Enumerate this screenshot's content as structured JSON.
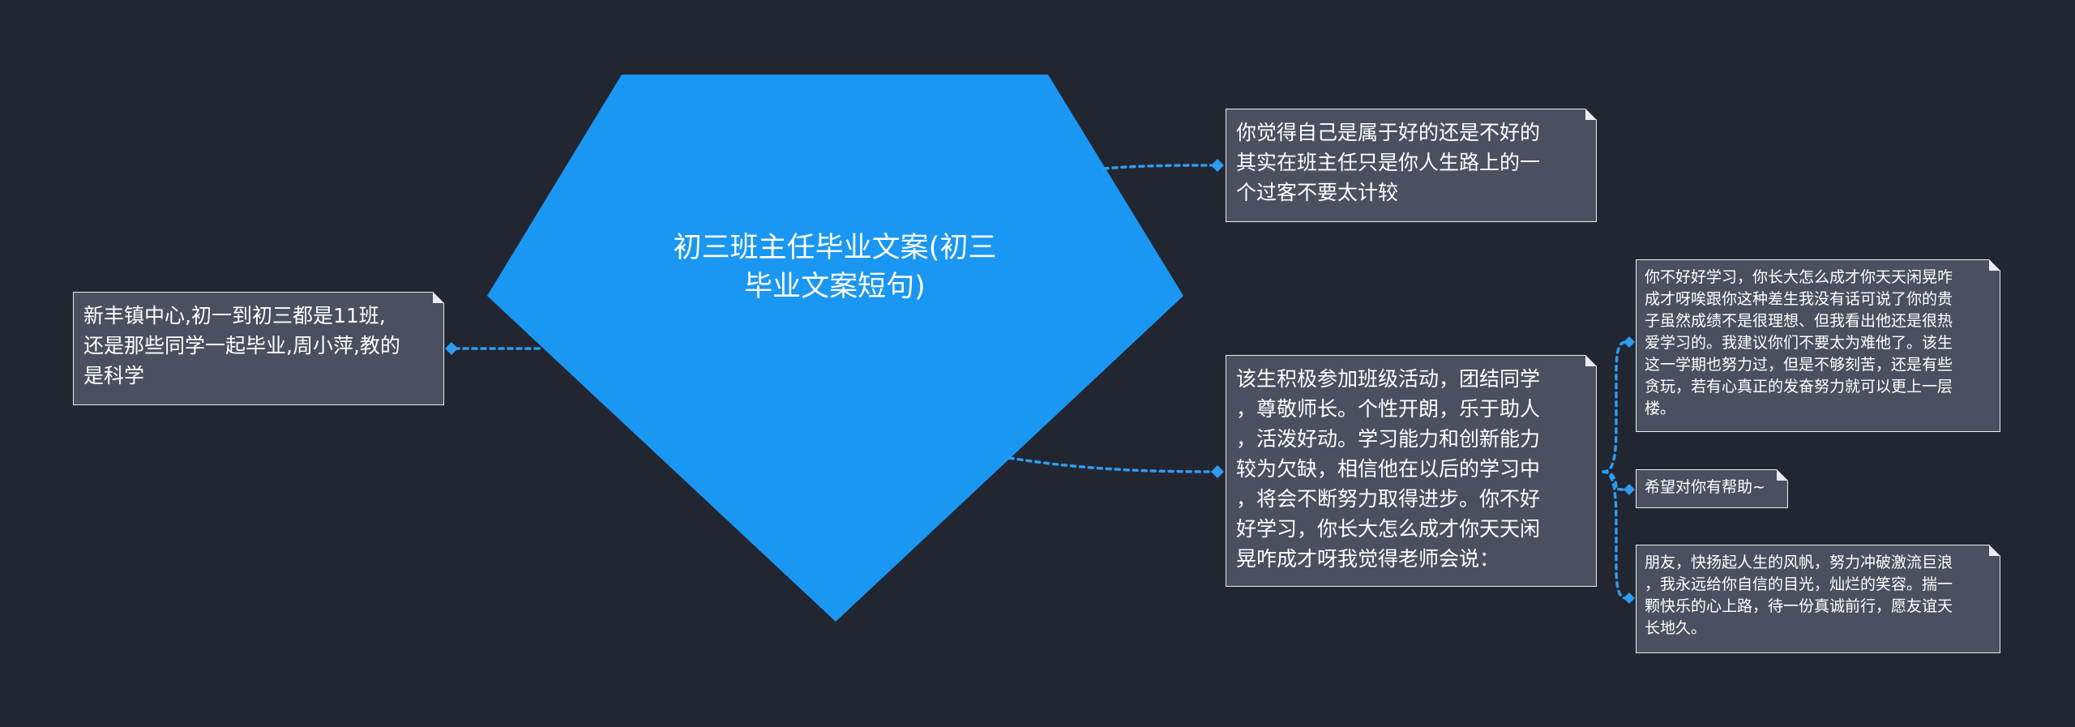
{
  "diagram": {
    "center": {
      "lines": [
        "初三班主任毕业文案(初三",
        "毕业文案短句)"
      ],
      "color": "#1a97f2"
    },
    "left_node": {
      "lines": [
        "新丰镇中心,初一到初三都是11班,",
        "还是那些同学一起毕业,周小萍,教的",
        "是科学"
      ]
    },
    "right_top_node": {
      "lines": [
        "你觉得自己是属于好的还是不好的",
        "其实在班主任只是你人生路上的一",
        "个过客不要太计较"
      ]
    },
    "right_mid_node": {
      "lines": [
        "该生积极参加班级活动，团结同学",
        "，尊敬师长。个性开朗，乐于助人",
        "，活泼好动。学习能力和创新能力",
        "较为欠缺，相信他在以后的学习中",
        "，将会不断努力取得进步。你不好",
        "好学习，你长大怎么成才你天天闲",
        "晃咋成才呀我觉得老师会说："
      ]
    },
    "sub_nodes": [
      {
        "lines": [
          "你不好好学习，你长大怎么成才你天天闲晃咋",
          "成才呀唉跟你这种差生我没有话可说了你的贵",
          "子虽然成绩不是很理想、但我看出他还是很热",
          "爱学习的。我建议你们不要太为难他了。该生",
          "这一学期也努力过，但是不够刻苦，还是有些",
          "贪玩，若有心真正的发奋努力就可以更上一层",
          "楼。"
        ]
      },
      {
        "lines": [
          "希望对你有帮助~"
        ]
      },
      {
        "lines": [
          "朋友，快扬起人生的风帆，努力冲破激流巨浪",
          "，我永远给你自信的目光，灿烂的笑容。揣一",
          "颗快乐的心上路，待一份真诚前行，愿友谊天",
          "长地久。"
        ]
      }
    ],
    "colors": {
      "background": "#222631",
      "node_fill": "#4a5060",
      "node_border": "#e9ecf2",
      "connector": "#2d9cf0"
    }
  }
}
